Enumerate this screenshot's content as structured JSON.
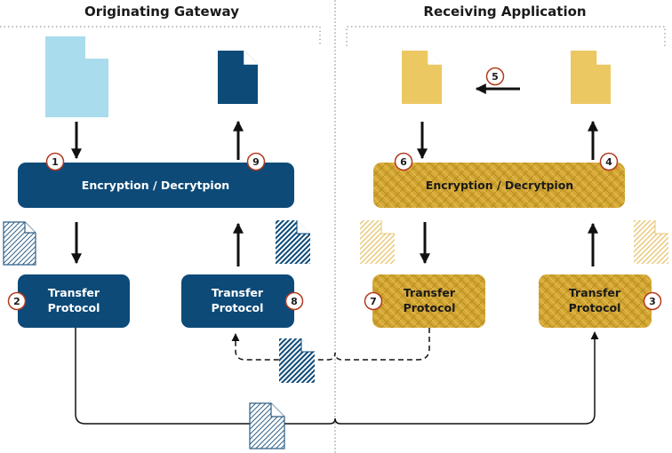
{
  "headers": {
    "left": "Originating Gateway",
    "right": "Receiving Application"
  },
  "boxes": {
    "left_crypto": "Encryption / Decrytpion",
    "right_crypto": "Encryption / Decrytpion",
    "transfer_line1": "Transfer",
    "transfer_line2": "Protocol"
  },
  "steps": [
    "1",
    "2",
    "3",
    "4",
    "5",
    "6",
    "7",
    "8",
    "9"
  ],
  "colors": {
    "navy": "#0d4a78",
    "gold": "#d5a835",
    "gold_light": "#ebc862",
    "doc_light_blue": "#a9dcec",
    "badge_border": "#b33a1e"
  },
  "icons": {
    "document": "document-icon",
    "encrypted_document": "hatched-document-icon"
  }
}
